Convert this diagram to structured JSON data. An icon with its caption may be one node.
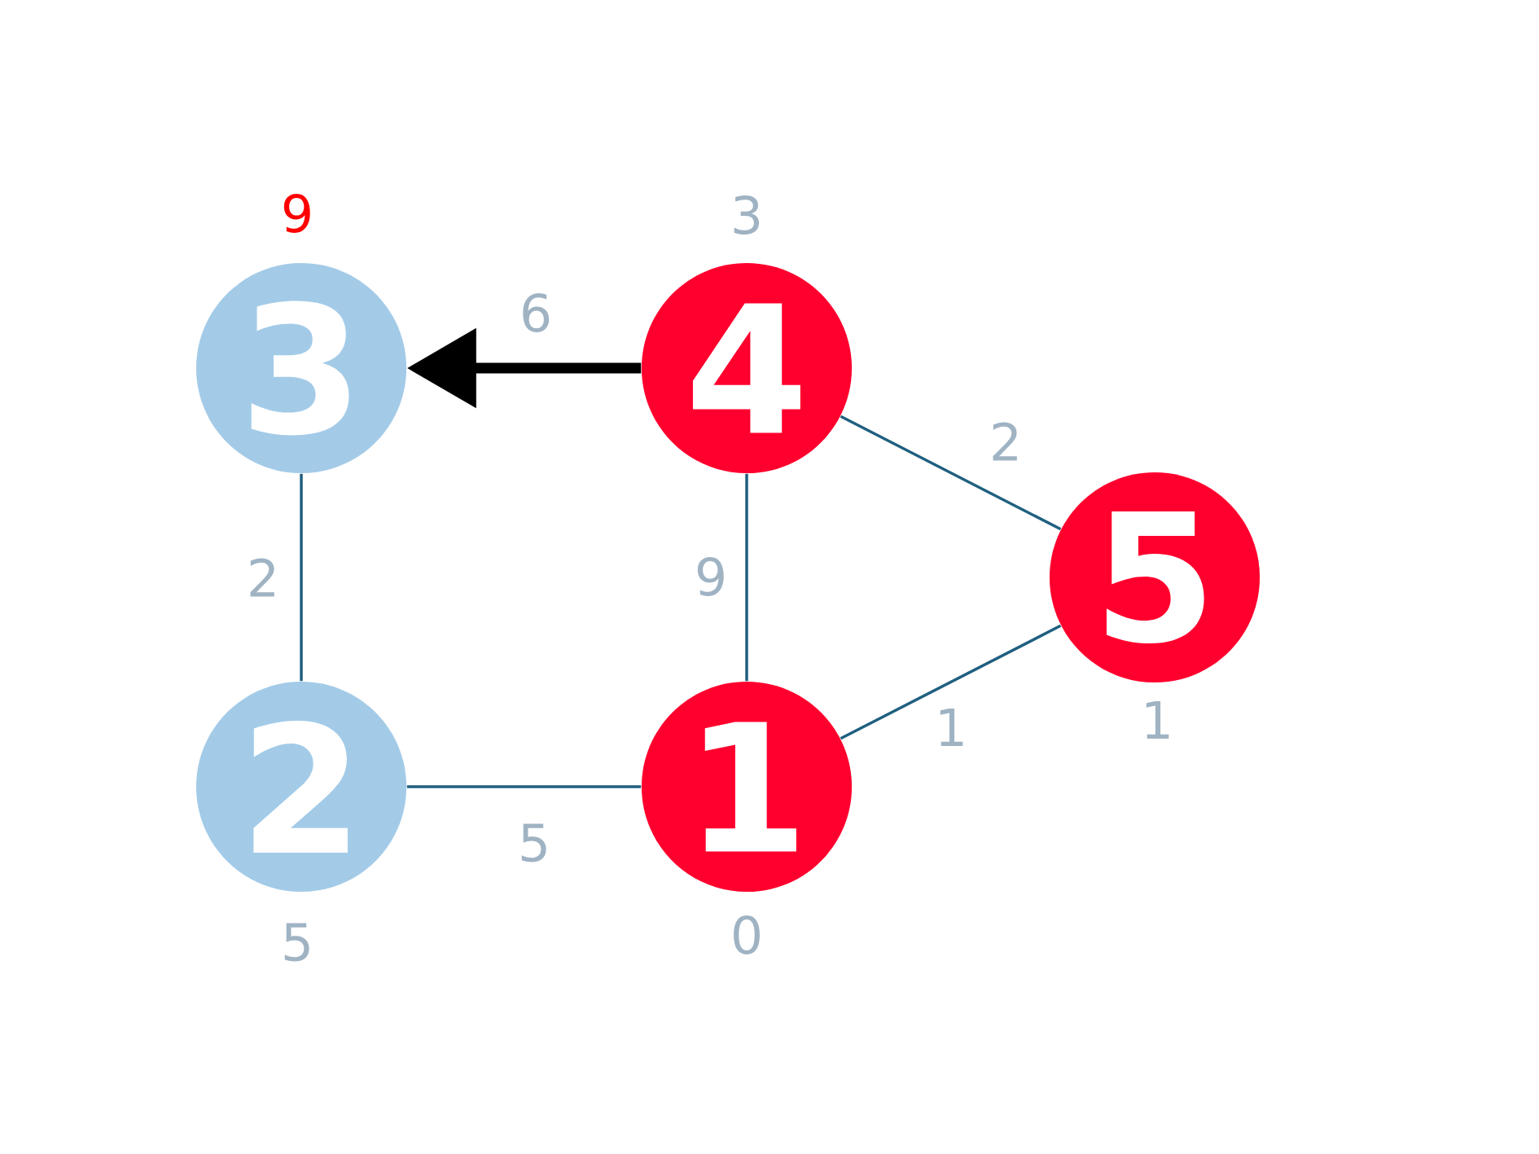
{
  "diagram": {
    "nodes": [
      {
        "text": [
          "3"
        ],
        "beside": [
          "9"
        ]
      },
      {
        "text": [
          "4"
        ],
        "beside": [
          "3"
        ]
      },
      {
        "text": [
          "5"
        ],
        "beside": [
          "1"
        ]
      },
      {
        "text": [
          "2"
        ],
        "beside": [
          "5"
        ]
      },
      {
        "text": [
          "1"
        ],
        "beside": [
          "0"
        ]
      }
    ],
    "edges": [
      {
        "from": 1,
        "to": 0,
        "arrow": "to",
        "label": "6",
        "style": "thick",
        "color": "#000000"
      },
      {
        "from": 0,
        "to": 3,
        "arrow": "none",
        "label": "2"
      },
      {
        "from": 1,
        "to": 4,
        "arrow": "none",
        "label": "9"
      },
      {
        "from": 1,
        "to": 2,
        "arrow": "none",
        "label": "2"
      },
      {
        "from": 2,
        "to": 4,
        "arrow": "none",
        "label": "1"
      },
      {
        "from": 3,
        "to": 4,
        "arrow": "none",
        "label": "5"
      }
    ]
  }
}
